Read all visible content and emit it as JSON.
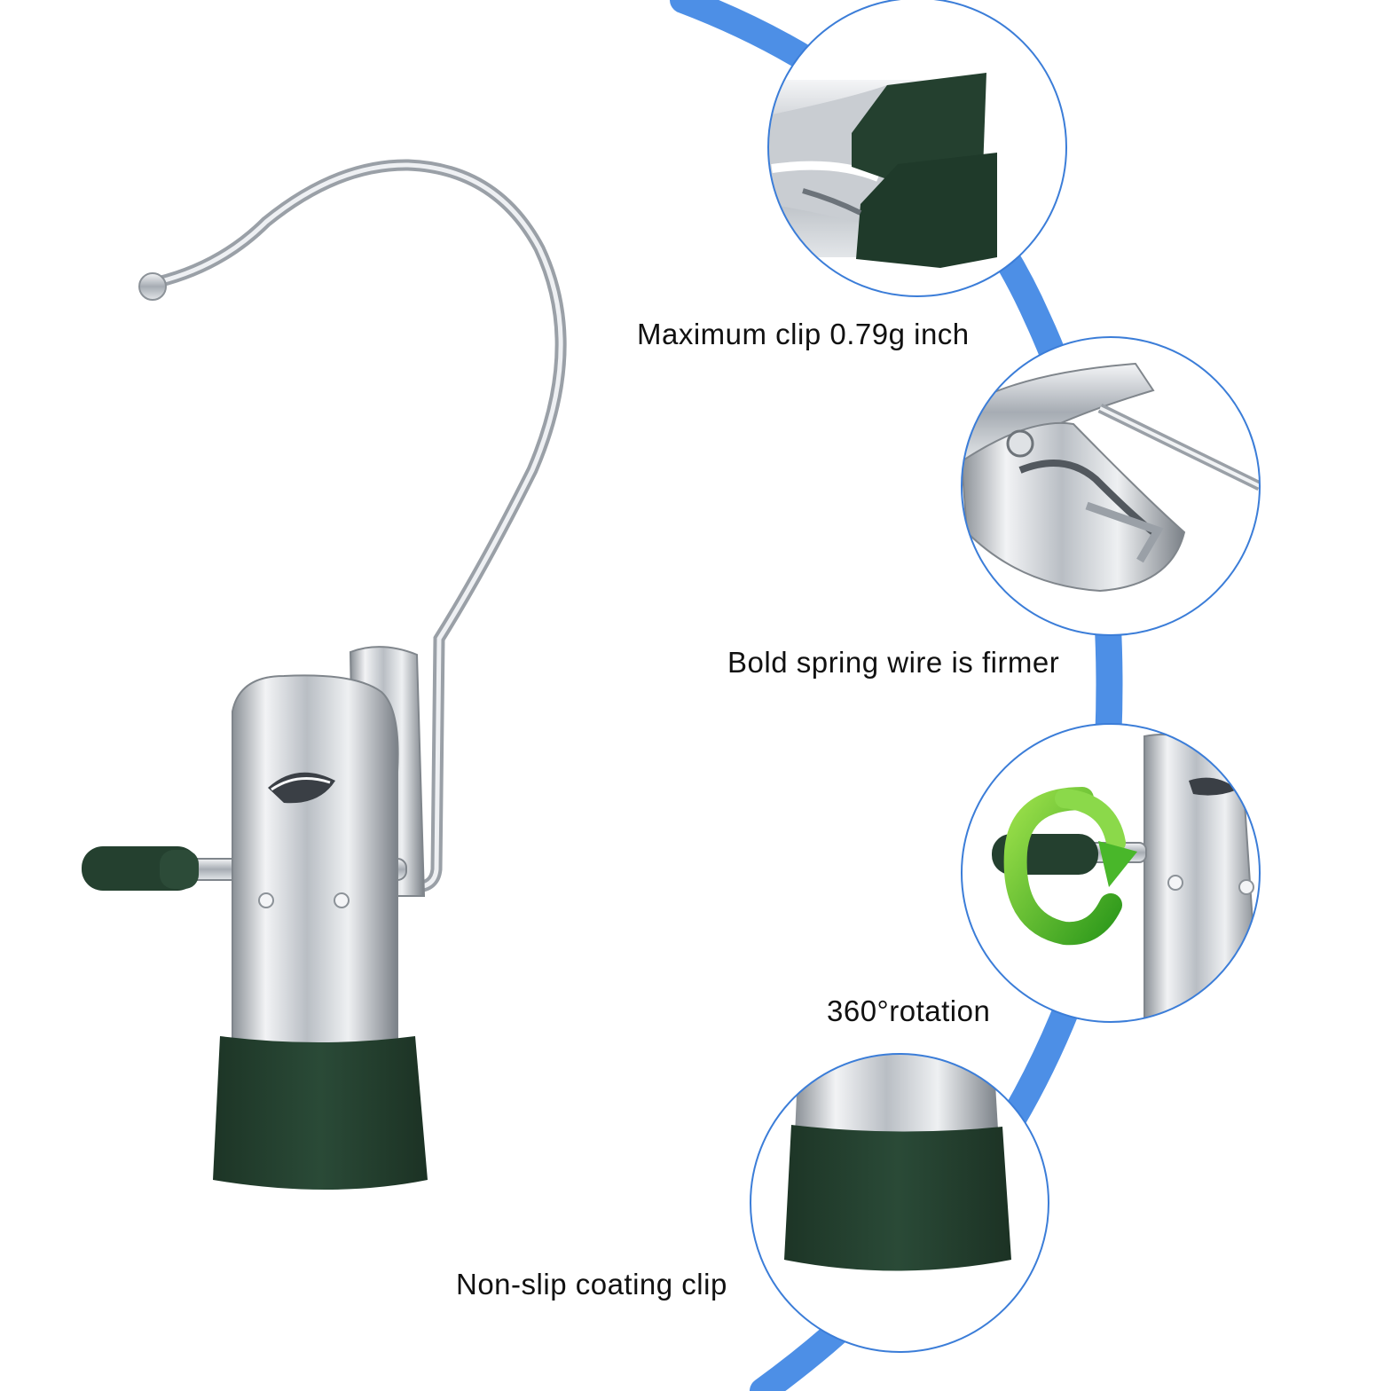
{
  "captions": {
    "clip_size": "Maximum clip 0.79g inch",
    "spring_wire": "Bold spring wire is firmer",
    "rotation": "360°rotation",
    "coating": "Non-slip coating clip"
  },
  "colors": {
    "arc_blue": "#4d8fe6",
    "circle_border": "#3b7dd8",
    "coating_green": "#24402f",
    "steel_light": "#e9ebee",
    "steel_dark": "#7d838a",
    "rotation_arrow": "#5fcf32"
  }
}
